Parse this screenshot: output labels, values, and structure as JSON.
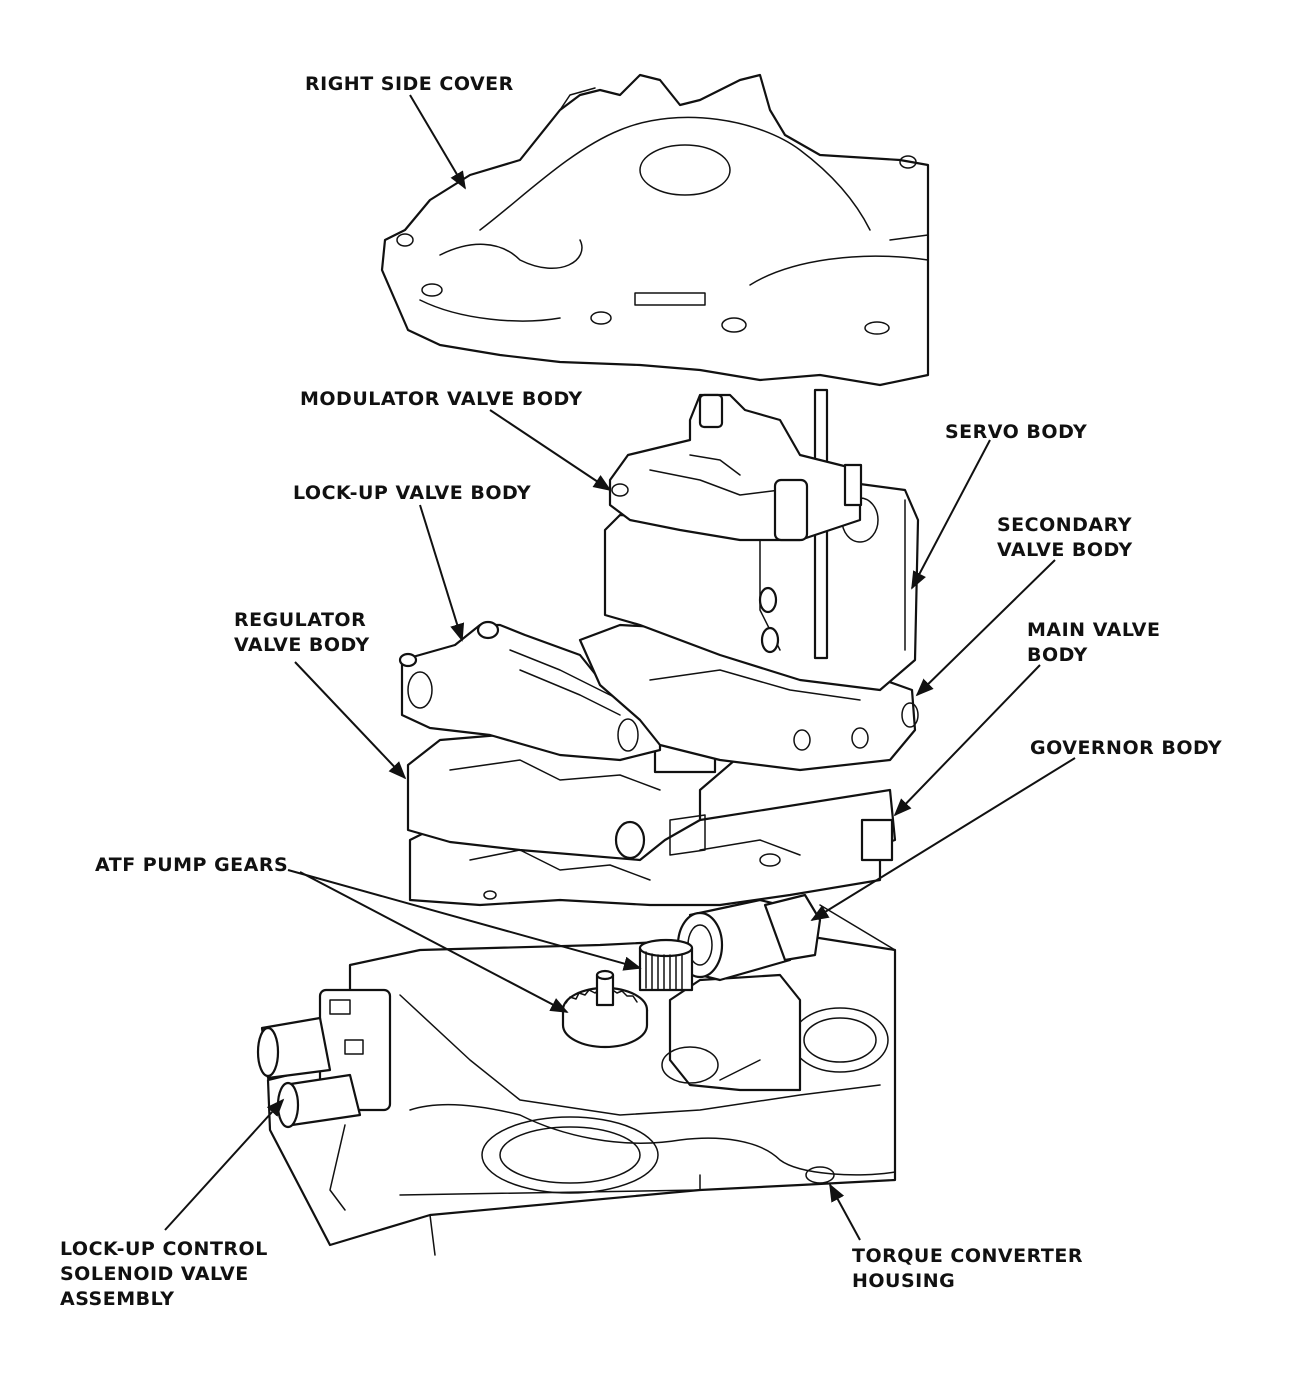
{
  "labels": {
    "right_side_cover": "RIGHT SIDE COVER",
    "modulator_valve_body": "MODULATOR VALVE BODY",
    "servo_body": "SERVO BODY",
    "lock_up_valve_body": "LOCK-UP VALVE BODY",
    "secondary_valve_body": [
      "SECONDARY",
      "VALVE BODY"
    ],
    "regulator_valve_body": [
      "REGULATOR",
      "VALVE BODY"
    ],
    "main_valve_body": [
      "MAIN VALVE",
      "BODY"
    ],
    "governor_body": "GOVERNOR BODY",
    "atf_pump_gears": "ATF PUMP GEARS",
    "lock_up_control_solenoid": [
      "LOCK-UP CONTROL",
      "SOLENOID VALVE",
      "ASSEMBLY"
    ],
    "torque_converter_housing": [
      "TORQUE CONVERTER",
      "HOUSING"
    ]
  }
}
